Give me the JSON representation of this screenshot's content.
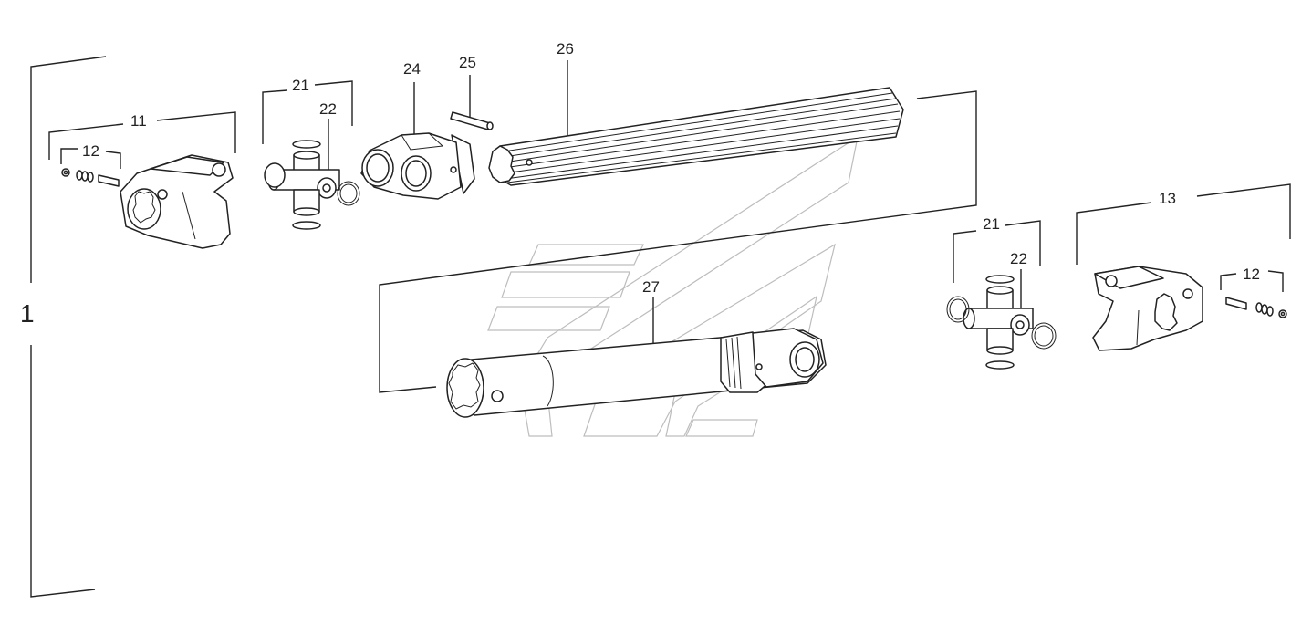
{
  "diagram": {
    "assembly_label": "1",
    "callouts": {
      "c11": "11",
      "c12a": "12",
      "c21a": "21",
      "c22a": "22",
      "c24": "24",
      "c25": "25",
      "c26": "26",
      "c27": "27",
      "c21b": "21",
      "c22b": "22",
      "c13": "13",
      "c12b": "12"
    }
  }
}
